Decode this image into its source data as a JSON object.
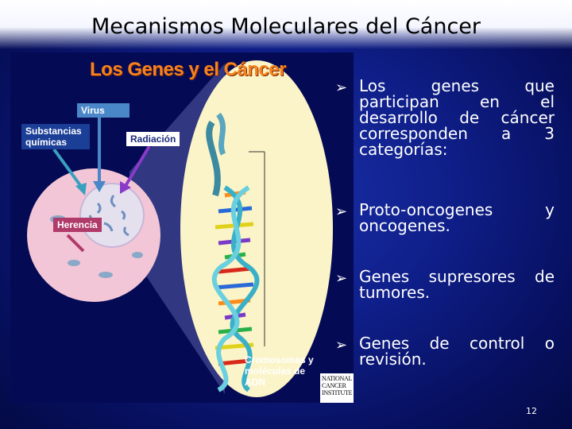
{
  "slide": {
    "title": "Mecanismos Moleculares del Cáncer",
    "page_number": "12"
  },
  "figure": {
    "title": "Los Genes y el Cáncer",
    "labels": {
      "virus": "Virus",
      "chemicals": "Substancias químicas",
      "radiation": "Radiación",
      "heredity": "Herencia",
      "chromosomes": "Cromosomas y moléculas de ADN"
    },
    "logo_text": "NATIONAL CANCER INSTITUTE",
    "colors": {
      "figure_title": "#f58220",
      "background": "#050a55",
      "cell": "#f2c6d6",
      "oval": "#fbf4c8"
    }
  },
  "bullets": [
    {
      "text": "Los genes que participan en el desarrollo de cáncer corresponden a 3 categorías:"
    },
    {
      "text": "Proto-oncogenes y oncogenes."
    },
    {
      "text": "Genes supresores de tumores."
    },
    {
      "text": "Genes de control o revisión."
    }
  ],
  "icons": {
    "bullet": "arrow-bullet-icon"
  }
}
